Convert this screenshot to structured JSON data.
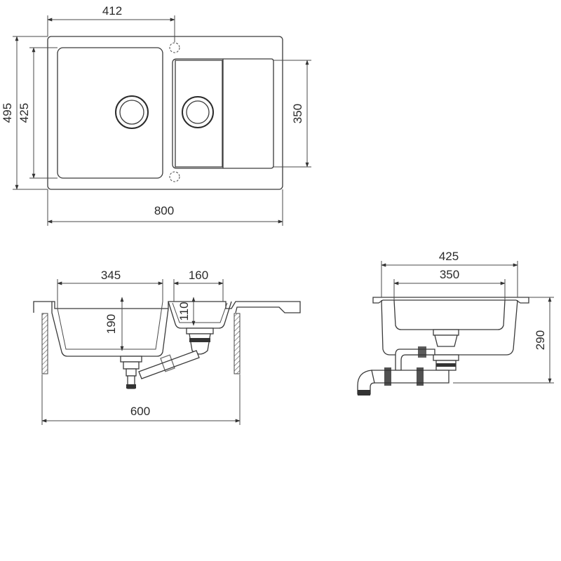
{
  "top_view": {
    "dim_bowl_offset": "412",
    "dim_overall_depth": "495",
    "dim_bowl_depth": "425",
    "dim_small_bowl_depth": "350",
    "dim_overall_width": "800"
  },
  "front_view": {
    "dim_main_bowl_width": "345",
    "dim_small_bowl_width": "160",
    "dim_main_bowl_height": "190",
    "dim_small_bowl_height": "110",
    "dim_cabinet_width": "600"
  },
  "side_view": {
    "dim_outer_depth": "425",
    "dim_inner_depth": "350",
    "dim_total_height": "290"
  },
  "colors": {
    "line": "#3a3a3a",
    "background": "#ffffff"
  }
}
